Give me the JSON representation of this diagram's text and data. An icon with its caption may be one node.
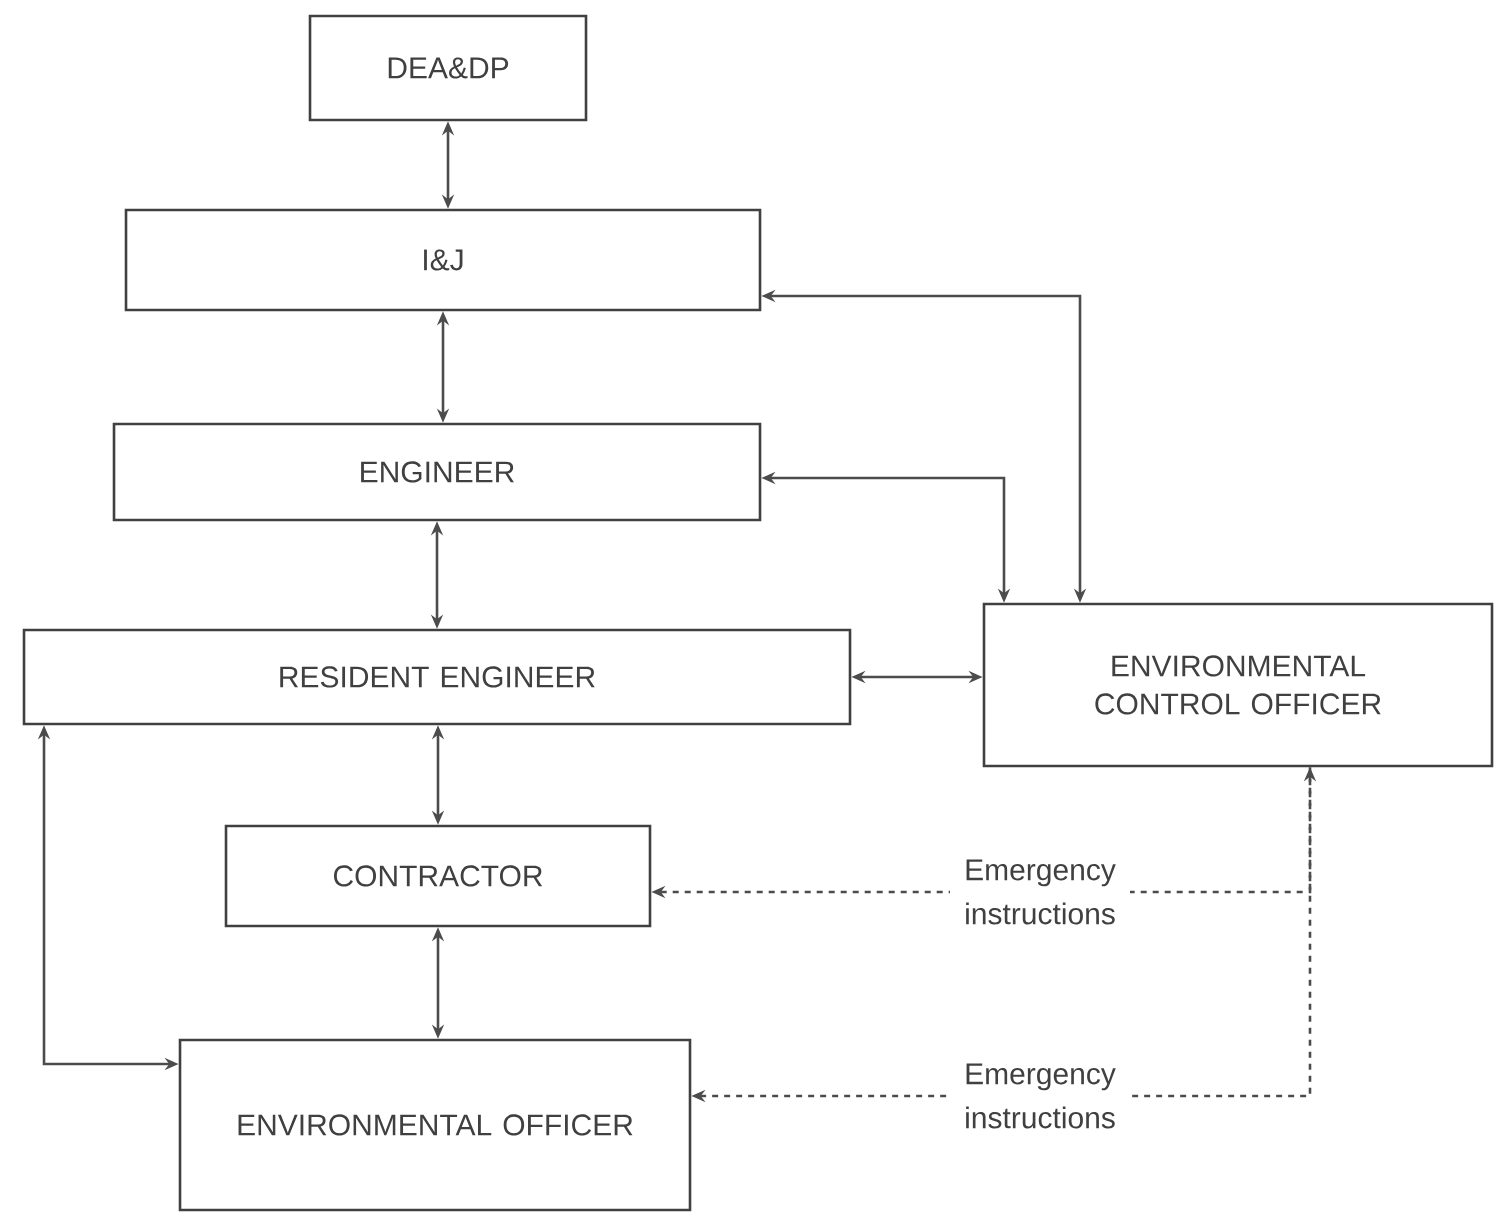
{
  "diagram": {
    "nodes": [
      {
        "text": [
          "DEA&DP"
        ]
      },
      {
        "text": [
          "I&J"
        ]
      },
      {
        "text": [
          "ENGINEER"
        ]
      },
      {
        "text": [
          "RESIDENT ENGINEER"
        ]
      },
      {
        "text": [
          "ENVIRONMENTAL CONTROL OFFICER"
        ]
      },
      {
        "text": [
          "CONTRACTOR"
        ]
      },
      {
        "text": [
          "ENVIRONMENTAL OFFICER"
        ]
      }
    ],
    "edges": [
      {
        "from": 0,
        "to": 1,
        "arrow": "both"
      },
      {
        "from": 1,
        "to": 2,
        "arrow": "both"
      },
      {
        "from": 2,
        "to": 3,
        "arrow": "both"
      },
      {
        "from": 3,
        "to": 4,
        "arrow": "both"
      },
      {
        "from": 4,
        "to": 1,
        "arrow": "both"
      },
      {
        "from": 4,
        "to": 2,
        "arrow": "both"
      },
      {
        "from": 3,
        "to": 5,
        "arrow": "both"
      },
      {
        "from": 5,
        "to": 6,
        "arrow": "both"
      },
      {
        "from": 3,
        "to": 6,
        "arrow": "both"
      },
      {
        "from": 4,
        "to": 5,
        "arrow": "to",
        "style": "dashed",
        "label": "Emergency instructions"
      },
      {
        "from": 4,
        "to": 6,
        "arrow": "both",
        "style": "dashed",
        "label": "Emergency instructions"
      }
    ]
  }
}
